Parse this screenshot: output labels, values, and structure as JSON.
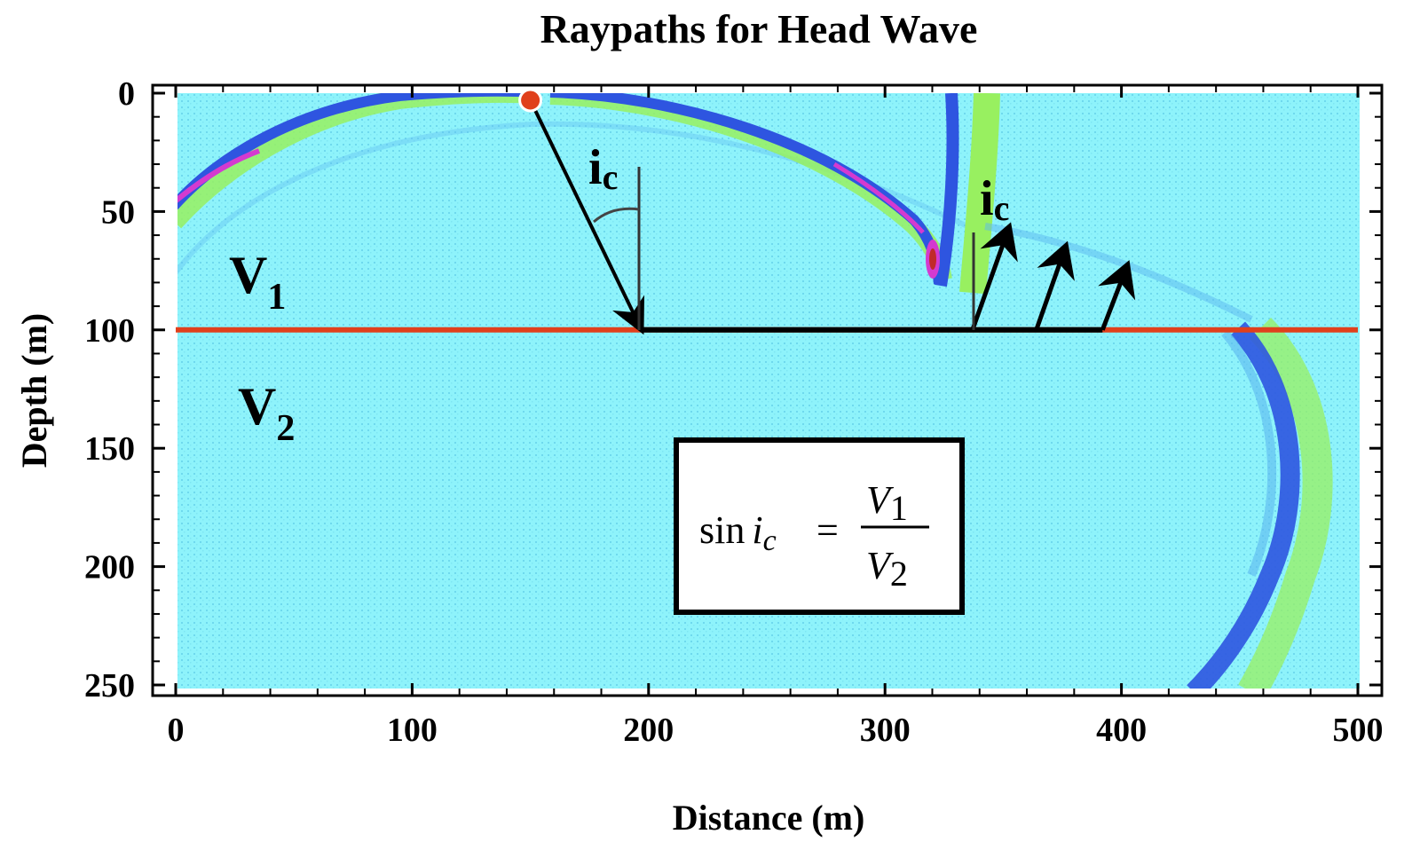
{
  "title": "Raypaths for Head Wave",
  "x_axis": {
    "label": "Distance (m)",
    "range": [
      0,
      500
    ],
    "ticks": [
      "0",
      "100",
      "200",
      "300",
      "400",
      "500"
    ]
  },
  "y_axis": {
    "label": "Depth (m)",
    "range": [
      0,
      250
    ],
    "ticks": [
      "0",
      "50",
      "100",
      "150",
      "200",
      "250"
    ]
  },
  "layers": {
    "upper": {
      "symbol": "V",
      "subscript": "1"
    },
    "lower": {
      "symbol": "V",
      "subscript": "2"
    },
    "interface_depth": 100
  },
  "angle_label": {
    "symbol": "i",
    "subscript": "c"
  },
  "source": {
    "distance": 150,
    "depth": 3
  },
  "incident_ray": {
    "from": [
      150,
      3
    ],
    "to": [
      197,
      100
    ]
  },
  "refracted_segment": {
    "from": [
      197,
      100
    ],
    "to": [
      392,
      100
    ]
  },
  "head_wave_rays": [
    {
      "from": [
        337,
        100
      ],
      "to": [
        352,
        58
      ]
    },
    {
      "from": [
        364,
        100
      ],
      "to": [
        376,
        66
      ]
    },
    {
      "from": [
        392,
        100
      ],
      "to": [
        402,
        74
      ]
    }
  ],
  "equation": {
    "lhs": "sin",
    "symbol": "i",
    "subscript": "c",
    "eq": "=",
    "numerator": {
      "symbol": "V",
      "subscript": "1"
    },
    "denominator": {
      "symbol": "V",
      "subscript": "2"
    }
  },
  "colors": {
    "background": "#8ef3fb",
    "interface": "#e0401c",
    "ray": "#000000",
    "source": "#e0401c",
    "wavefront_blue": "#2e55e0",
    "wavefront_green": "#98f060",
    "wavefront_magenta": "#d43ad0"
  }
}
